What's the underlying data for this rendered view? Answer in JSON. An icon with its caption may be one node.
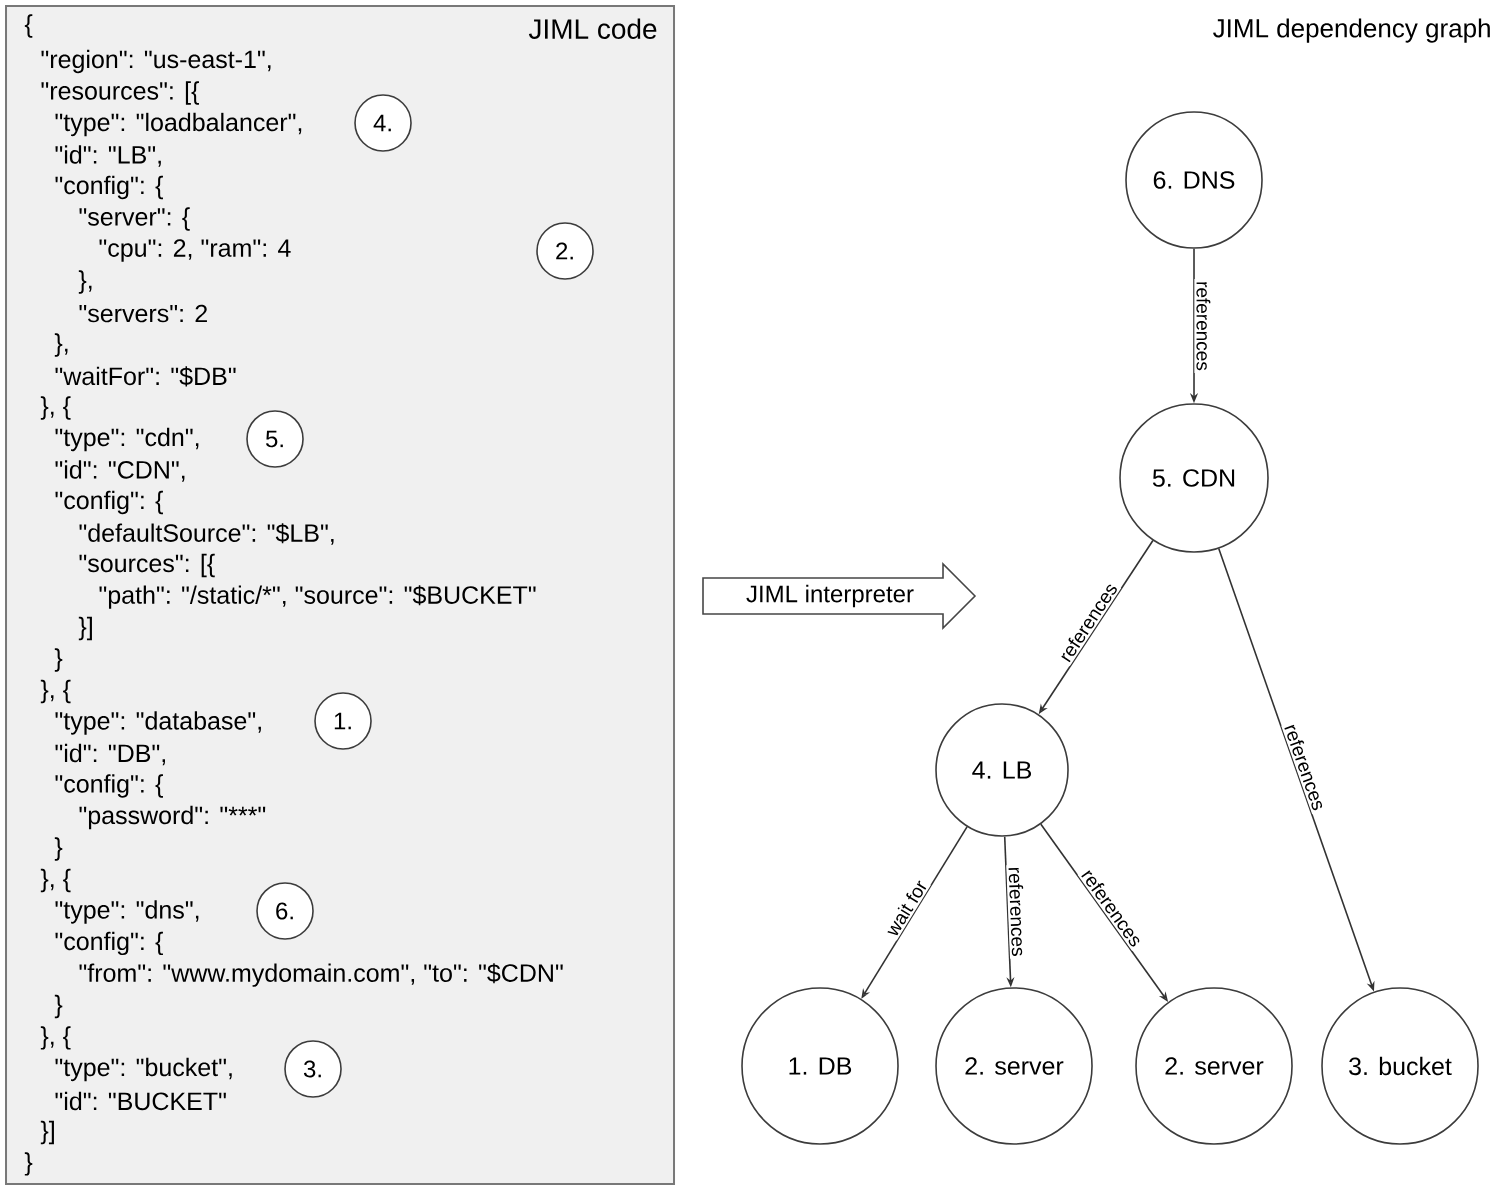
{
  "diagram": {
    "nodes": [
      {
        "text": [
          "JIML code",
          "{",
          "\"region\": \"us-east-1\",",
          "\"resources\": [{",
          "\"type\": \"loadbalancer\",",
          "\"id\": \"LB\",",
          "\"config\": {",
          "\"server\": {",
          "\"cpu\": 2, \"ram\": 4",
          "},",
          "\"servers\": 2",
          "},",
          "\"waitFor\": \"$DB\"",
          "}, {",
          "\"type\": \"cdn\",",
          "\"id\": \"CDN\",",
          "\"config\": {",
          "\"defaultSource\": \"$LB\",",
          "\"sources\": [{",
          "\"path\": \"/static/*\", \"source\": \"$BUCKET\"",
          "}]",
          "}",
          "}, {",
          "\"type\": \"database\",",
          "\"id\": \"DB\",",
          "\"config\": {",
          "\"password\": \"***\"",
          "}",
          "}, {",
          "\"type\": \"dns\",",
          "\"config\": {",
          "\"from\": \"www.mydomain.com\", \"to\": \"$CDN\"",
          "}",
          "}, {",
          "\"type\": \"bucket\",",
          "\"id\": \"BUCKET\"",
          "}]",
          "}"
        ]
      },
      {
        "text": [
          "4."
        ],
        "in": 0
      },
      {
        "text": [
          "2."
        ],
        "in": 0
      },
      {
        "text": [
          "5."
        ],
        "in": 0
      },
      {
        "text": [
          "1."
        ],
        "in": 0
      },
      {
        "text": [
          "6."
        ],
        "in": 0
      },
      {
        "text": [
          "3."
        ],
        "in": 0
      },
      {
        "text": [
          "JIML interpreter"
        ]
      },
      {
        "text": [
          "6. DNS"
        ]
      },
      {
        "text": [
          "5. CDN"
        ]
      },
      {
        "text": [
          "4. LB"
        ]
      },
      {
        "text": [
          "1. DB"
        ]
      },
      {
        "text": [
          "2. server"
        ]
      },
      {
        "text": [
          "2. server"
        ]
      },
      {
        "text": [
          "3. bucket"
        ]
      }
    ],
    "edges": [
      {
        "from": 8,
        "to": 9,
        "arrow": "to",
        "label": "references"
      },
      {
        "from": 9,
        "to": 10,
        "arrow": "to",
        "label": "references"
      },
      {
        "from": 9,
        "to": 14,
        "arrow": "to",
        "label": "references"
      },
      {
        "from": 10,
        "to": 11,
        "arrow": "to",
        "label": "wait for"
      },
      {
        "from": 10,
        "to": 12,
        "arrow": "to",
        "label": "references"
      },
      {
        "from": 10,
        "to": 13,
        "arrow": "to",
        "label": "references"
      }
    ],
    "labels": [
      "JIML dependency graph"
    ]
  }
}
